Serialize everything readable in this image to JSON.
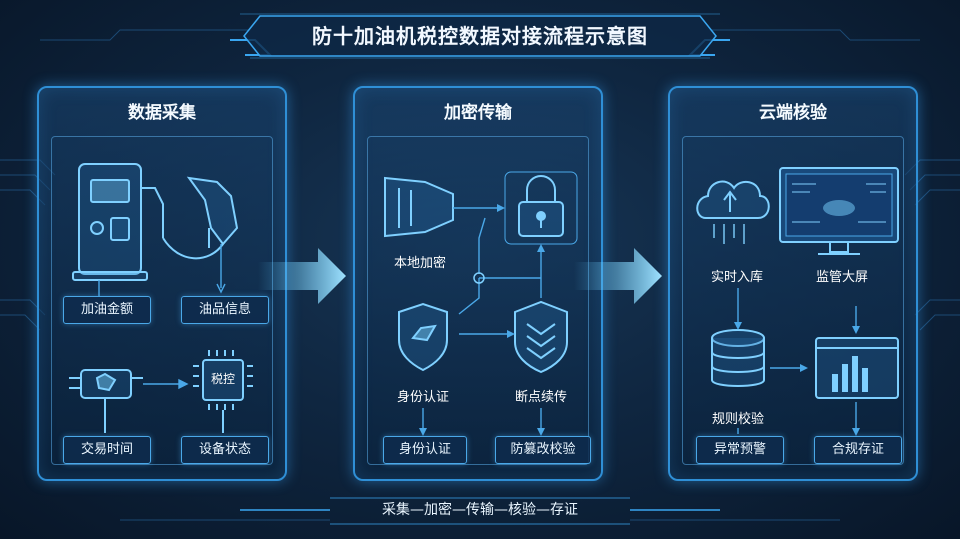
{
  "title": "防十加油机税控数据对接流程示意图",
  "panels": {
    "collect": {
      "title": "数据采集",
      "labels": [
        "加油金额",
        "油品信息",
        "交易时间",
        "设备状态"
      ],
      "chip_text": "税控"
    },
    "encrypt": {
      "title": "加密传输",
      "captions": [
        "本地加密",
        "身份认证",
        "断点续传"
      ],
      "labels": [
        "身份认证",
        "防篡改校验"
      ]
    },
    "verify": {
      "title": "云端核验",
      "captions": [
        "实时入库",
        "监管大屏",
        "规则校验"
      ],
      "labels": [
        "异常预警",
        "合规存证"
      ]
    }
  },
  "footer": "采集—加密—传输—核验—存证",
  "colors": {
    "background": "#0f2640",
    "accent": "#3aa6f0",
    "glow": "#5cc8ff",
    "text": "#eaf6ff"
  },
  "icons": [
    "fuel-dispenser-icon",
    "fuel-nozzle-icon",
    "tax-module-icon",
    "chip-icon",
    "connector-icon",
    "lock-icon",
    "shield-icon",
    "layers-shield-icon",
    "cloud-icon",
    "monitor-icon",
    "database-icon",
    "bar-chart-icon",
    "arrow-icon"
  ]
}
